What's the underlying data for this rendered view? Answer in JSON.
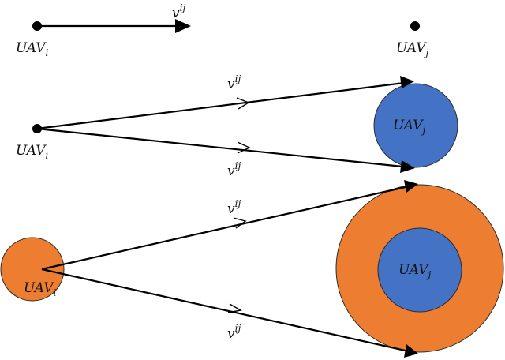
{
  "labels": {
    "uav_i": {
      "main": "UAV",
      "sub": "i"
    },
    "uav_j": {
      "main": "UAV",
      "sub": "j"
    },
    "velocity": {
      "main": "v",
      "sup": "ij"
    }
  },
  "colors": {
    "orange": "#ED7D31",
    "blue": "#4472C4",
    "stroke": "#000000",
    "circle_edge": "#2b2b2b"
  }
}
